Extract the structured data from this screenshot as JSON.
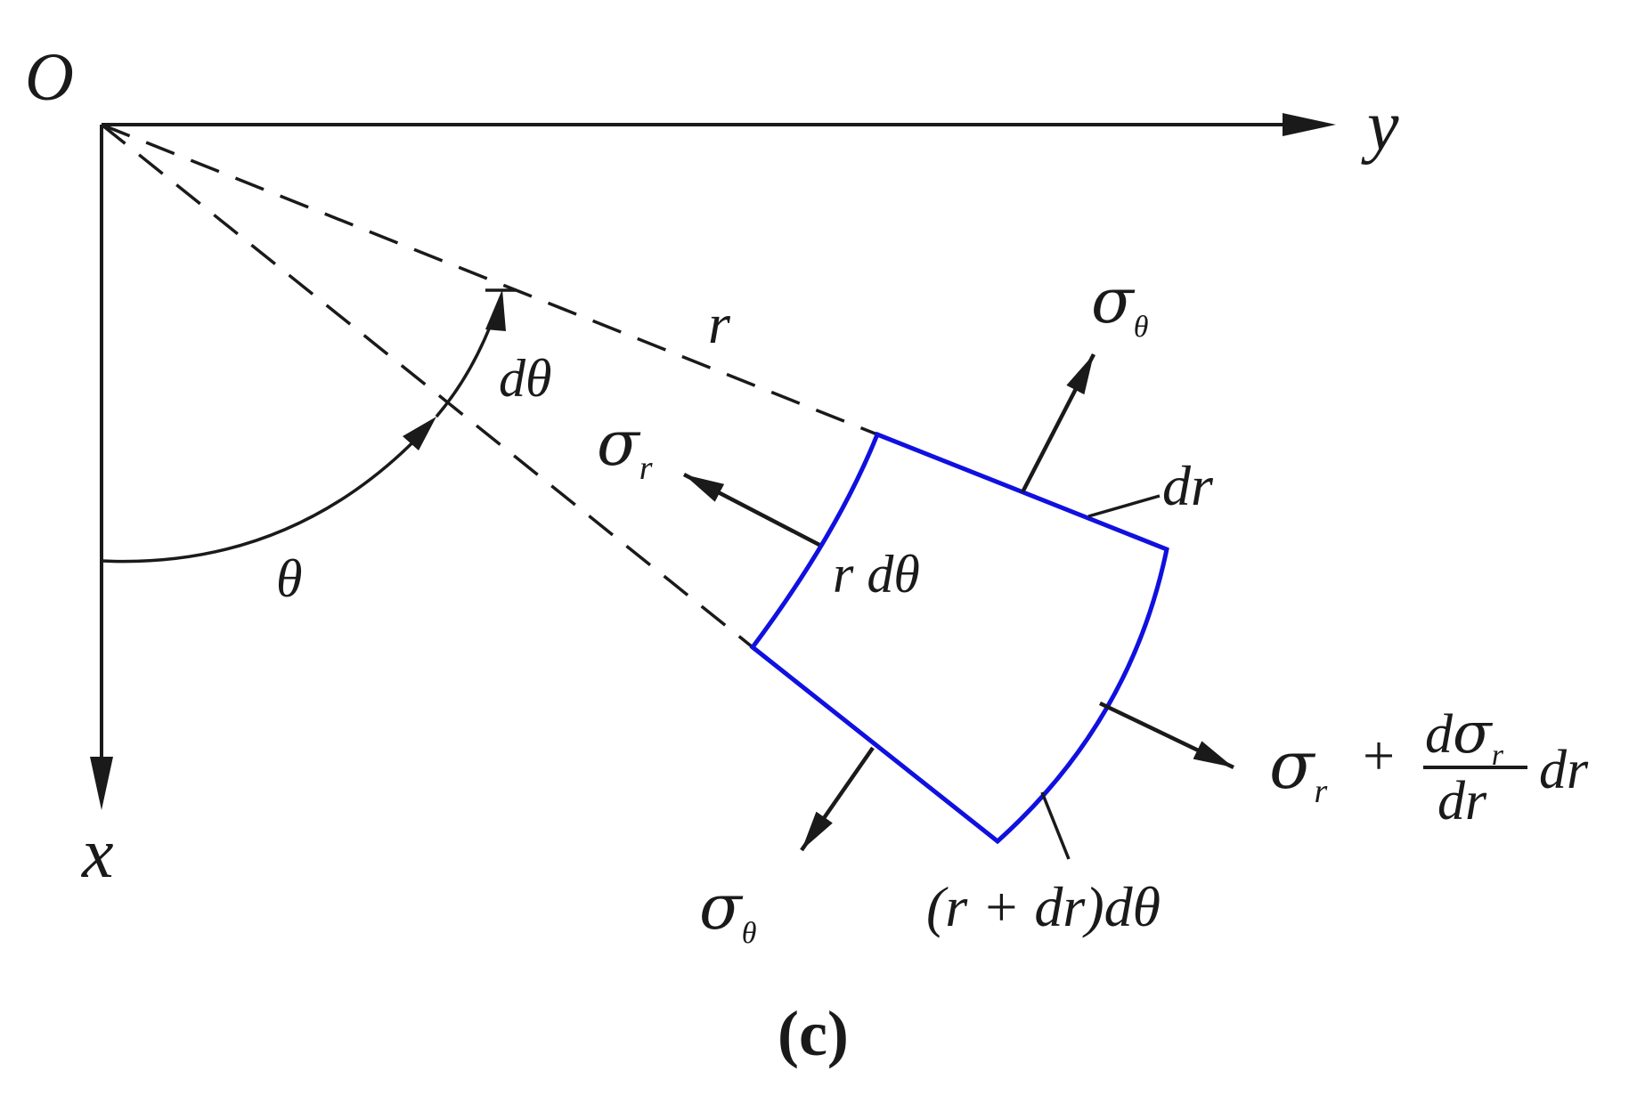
{
  "diagram": {
    "axis_origin_label": "O",
    "axis_y_label": "y",
    "axis_x_label": "x",
    "radius_label": "r",
    "theta_label": "θ",
    "dtheta_label": "dθ",
    "sigma_r_label": {
      "main": "σ",
      "sub": "r"
    },
    "sigma_theta_top_label": {
      "main": "σ",
      "sub": "θ"
    },
    "sigma_theta_bottom_label": {
      "main": "σ",
      "sub": "θ"
    },
    "dr_label": "dr",
    "r_dtheta_label": "r dθ",
    "outer_arc_label": "(r + dr)dθ",
    "outer_stress_label": {
      "sigma": "σ",
      "sub": "r",
      "plus": "+",
      "numerator_d": "d",
      "numerator_sigma": "σ",
      "numerator_sub": "r",
      "denominator": "dr",
      "trailing": "dr"
    },
    "caption": "(c)",
    "element_color": "#1010e0"
  }
}
